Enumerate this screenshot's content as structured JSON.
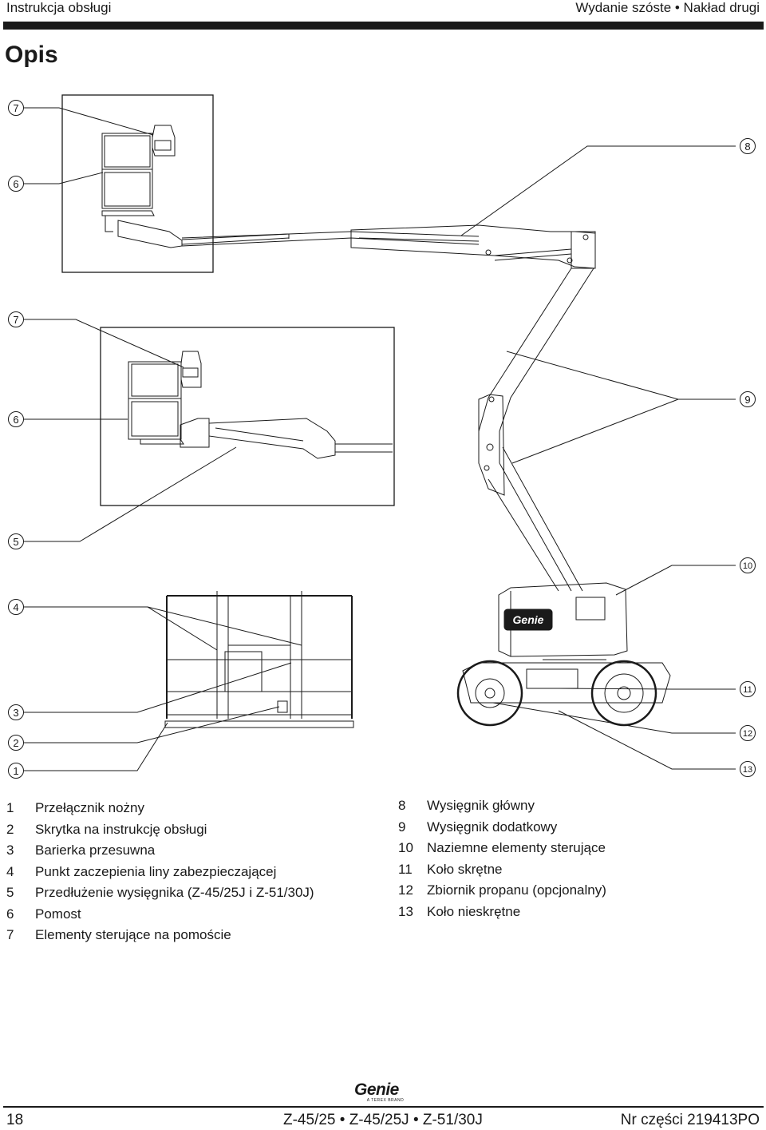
{
  "header": {
    "left": "Instrukcja obsługi",
    "right": "Wydanie szóste • Nakład drugi"
  },
  "page_title": "Opis",
  "callouts": {
    "c1": "1",
    "c2": "2",
    "c3": "3",
    "c4": "4",
    "c5": "5",
    "c6a": "6",
    "c6b": "6",
    "c7a": "7",
    "c7b": "7",
    "c8": "8",
    "c9": "9",
    "c10": "10",
    "c11": "11",
    "c12": "12",
    "c13": "13"
  },
  "machine_logo": "Genie",
  "legend_left": [
    {
      "num": "1",
      "label": "Przełącznik nożny"
    },
    {
      "num": "2",
      "label": "Skrytka na instrukcję obsługi"
    },
    {
      "num": "3",
      "label": "Barierka przesuwna"
    },
    {
      "num": "4",
      "label": "Punkt zaczepienia liny zabezpieczającej"
    },
    {
      "num": "5",
      "label": "Przedłużenie wysięgnika (Z-45/25J i Z-51/30J)"
    },
    {
      "num": "6",
      "label": "Pomost"
    },
    {
      "num": "7",
      "label": "Elementy sterujące na pomoście"
    }
  ],
  "legend_right": [
    {
      "num": "8",
      "label": "Wysięgnik główny"
    },
    {
      "num": "9",
      "label": "Wysięgnik dodatkowy"
    },
    {
      "num": "10",
      "label": "Naziemne elementy sterujące"
    },
    {
      "num": "11",
      "label": "Koło skrętne"
    },
    {
      "num": "12",
      "label": "Zbiornik propanu (opcjonalny)"
    },
    {
      "num": "13",
      "label": "Koło nieskrętne"
    }
  ],
  "footer": {
    "page_number": "18",
    "models": "Z-45/25 • Z-45/25J • Z-51/30J",
    "part_number": "Nr części 219413PO",
    "logo_word": "Genie",
    "logo_tag": "A TEREX BRAND"
  }
}
